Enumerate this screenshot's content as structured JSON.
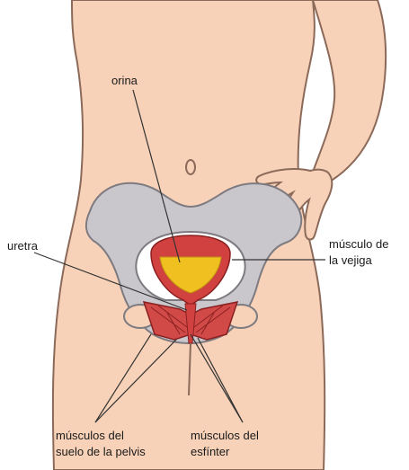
{
  "labels": {
    "orina": "orina",
    "uretra": "uretra",
    "musculo_vejiga_line1": "músculo de",
    "musculo_vejiga_line2": "la vejiga",
    "pelvis_line1": "músculos del",
    "pelvis_line2": "suelo de la pelvis",
    "esfinter_line1": "músculos del",
    "esfinter_line2": "esfínter"
  },
  "colors": {
    "skin": "#f7d2b8",
    "skin_outline": "#8b6a5a",
    "bone": "#c9c6cc",
    "bone_outline": "#7d7a80",
    "bladder_wall": "#d0413f",
    "urine": "#f0c020",
    "muscle": "#d24a48",
    "leader_line": "#333333"
  }
}
